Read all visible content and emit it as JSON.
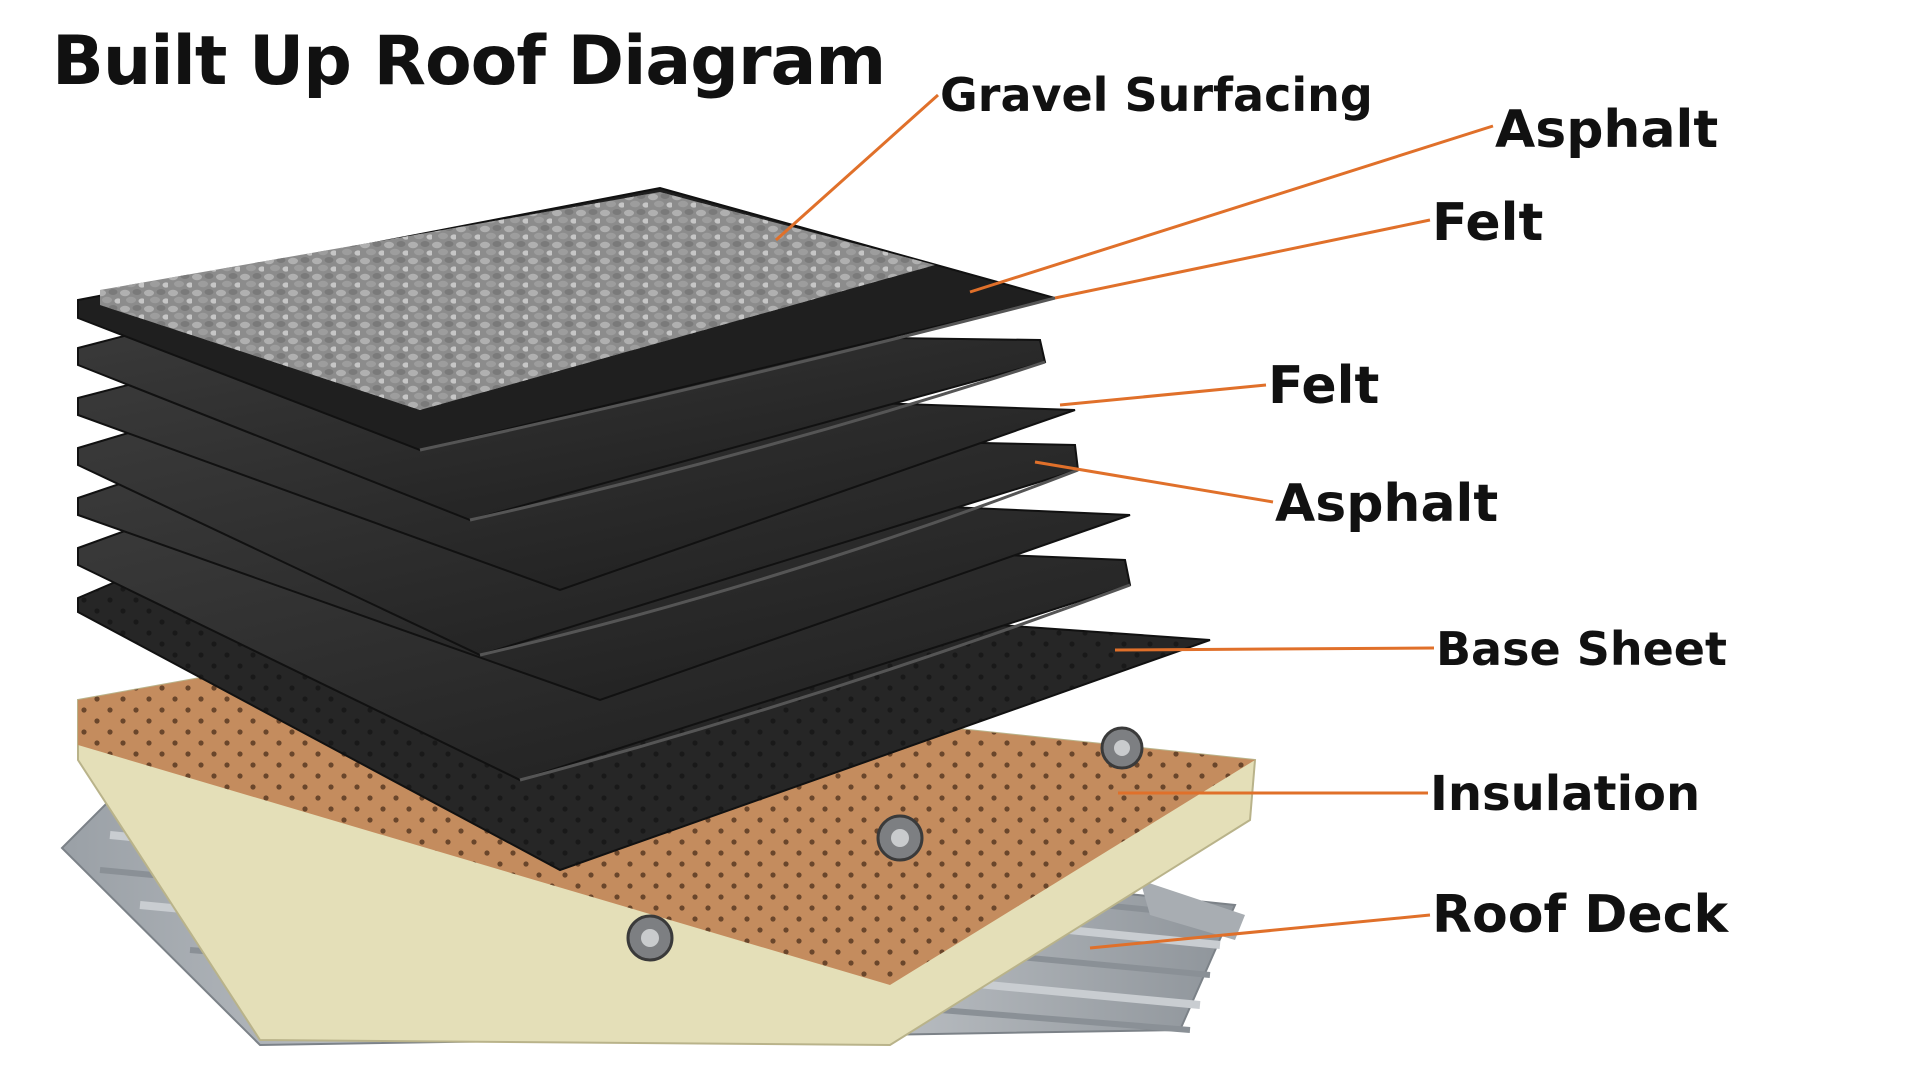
{
  "title": "Built Up Roof Diagram",
  "labels": {
    "gravel_surfacing": "Gravel Surfacing",
    "asphalt_top": "Asphalt",
    "felt_top": "Felt",
    "felt_middle": "Felt",
    "asphalt_middle": "Asphalt",
    "base_sheet": "Base Sheet",
    "insulation": "Insulation",
    "roof_deck": "Roof Deck"
  },
  "colors": {
    "leader_line": "#e0702a",
    "membrane": "#2b2b2b",
    "membrane_edge": "#1a1a1a",
    "gravel": "#8c8c8c",
    "insulation_top": "#c48c5e",
    "insulation_side": "#e4dfb8",
    "deck": "#bfc3c7",
    "text": "#111111"
  }
}
